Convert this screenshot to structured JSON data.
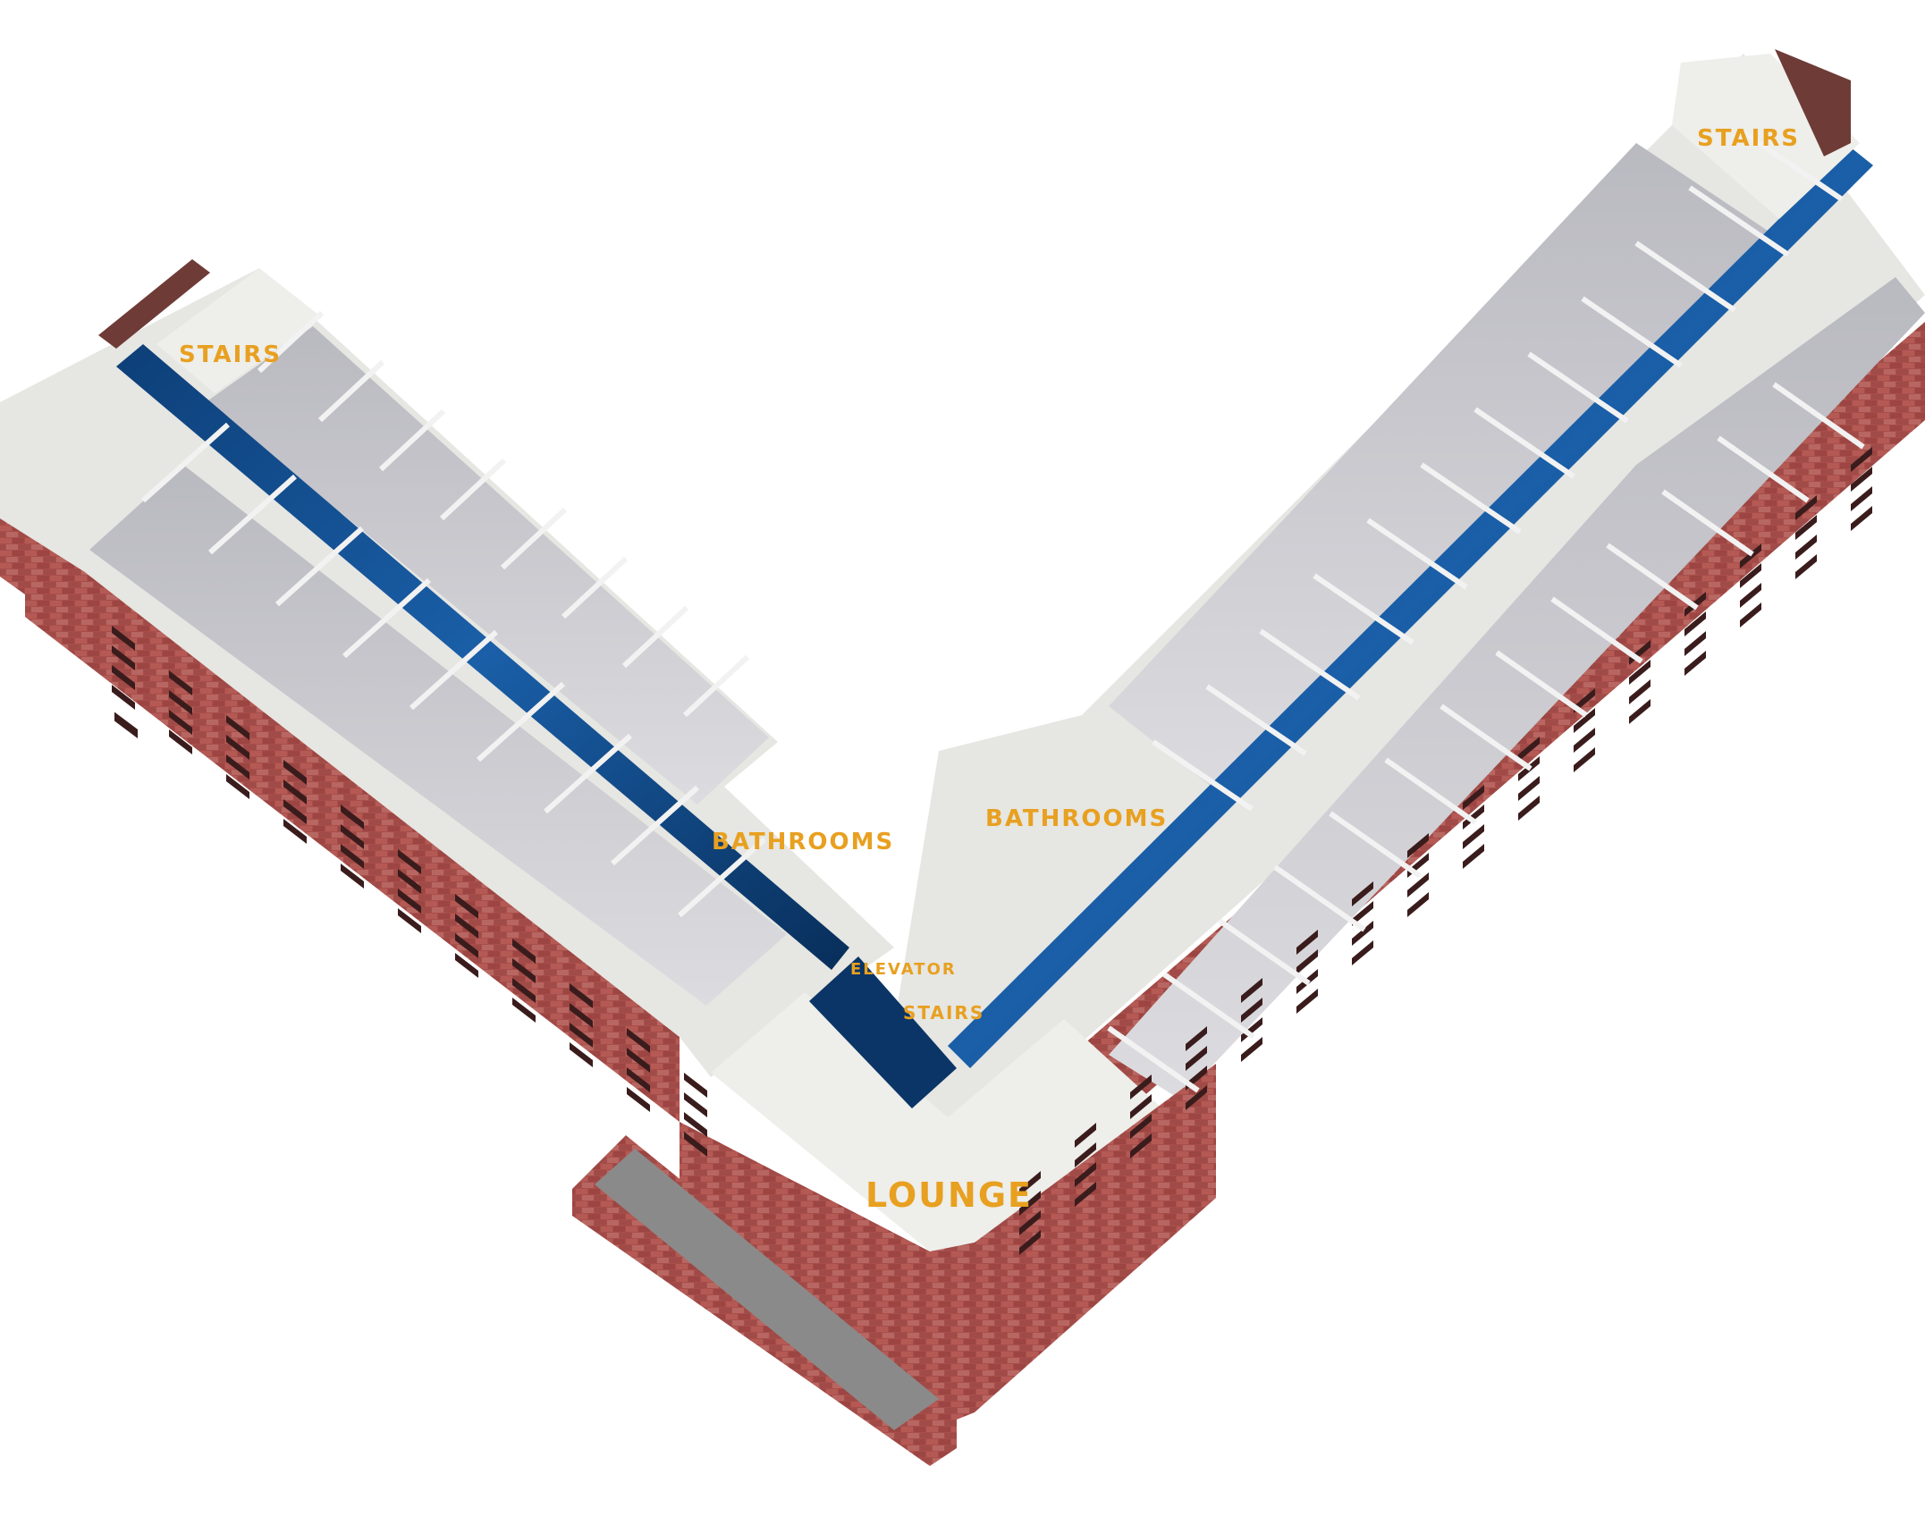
{
  "colors": {
    "brick": "#a84e4a",
    "brick_dark": "#7e3533",
    "brick_light": "#c06862",
    "floor_white": "#eeeeea",
    "room_floor": "#c7c7cc",
    "room_wall": "#d9d9dd",
    "corridor_blue": "#0f4a8a",
    "corridor_deep": "#072f5c",
    "window_dark": "#3a1c1c",
    "label_orange": "#e8a020",
    "basement_gray": "#8b8a8a"
  },
  "labels": {
    "stairs_left": "STAIRS",
    "stairs_right": "STAIRS",
    "bathrooms_left": "BATHROOMS",
    "bathrooms_right": "BATHROOMS",
    "elevator": "ELEVATOR",
    "stairs_center": "STAIRS",
    "lounge": "LOUNGE"
  }
}
